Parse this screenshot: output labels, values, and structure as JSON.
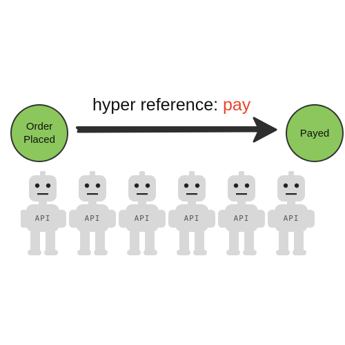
{
  "states": {
    "start": {
      "line1": "Order",
      "line2": "Placed",
      "fill": "#8bc75c"
    },
    "end": {
      "label": "Payed",
      "fill": "#8bc75c"
    }
  },
  "link": {
    "prefix": "hyper reference: ",
    "rel": "pay",
    "rel_color": "#e8452c"
  },
  "robots": {
    "label": "API",
    "count": 6,
    "color": "#d8d8d8"
  }
}
